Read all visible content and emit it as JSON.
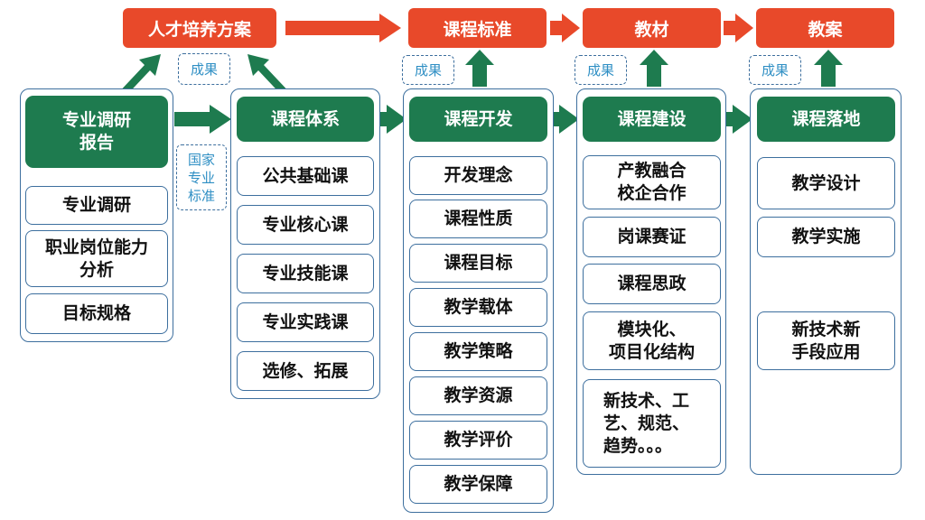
{
  "top": {
    "talent_plan": "人才培养方案",
    "course_standard": "课程标准",
    "textbook": "教材",
    "lesson_plan": "教案"
  },
  "result_label": "成果",
  "national_standard": "国家\n专业\n标准",
  "columns": {
    "major_research": {
      "header": "专业调研\n报告",
      "items": [
        "专业调研",
        "职业岗位能力\n分析",
        "目标规格"
      ]
    },
    "course_system": {
      "header": "课程体系",
      "items": [
        "公共基础课",
        "专业核心课",
        "专业技能课",
        "专业实践课",
        "选修、拓展"
      ]
    },
    "course_development": {
      "header": "课程开发",
      "items": [
        "开发理念",
        "课程性质",
        "课程目标",
        "教学载体",
        "教学策略",
        "教学资源",
        "教学评价",
        "教学保障"
      ]
    },
    "course_construction": {
      "header": "课程建设",
      "items": [
        "产教融合\n校企合作",
        "岗课赛证",
        "课程思政",
        "模块化、\n项目化结构",
        "新技术、工\n艺、规范、\n趋势。。。"
      ]
    },
    "course_implementation": {
      "header": "课程落地",
      "items": [
        "教学设计",
        "教学实施",
        "新技术新\n手段应用"
      ]
    }
  },
  "colors": {
    "red": "#e8492a",
    "green": "#1e7b4f",
    "border_blue": "#3d6f9e",
    "result_text": "#2f8fc4"
  }
}
